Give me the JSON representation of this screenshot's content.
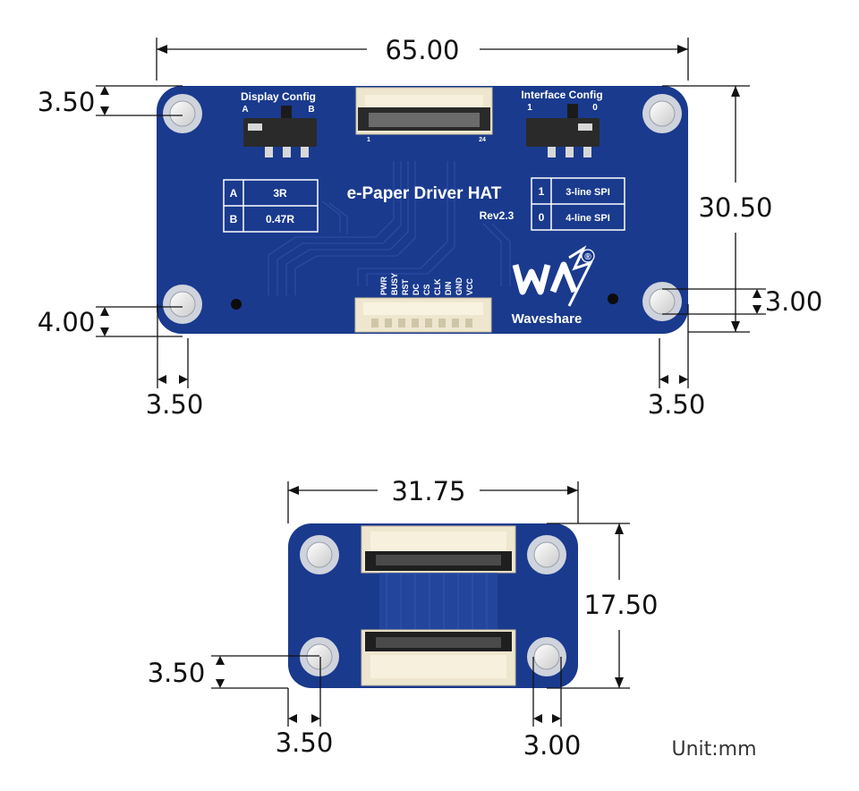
{
  "dimensions": {
    "main_width": "65.00",
    "main_height": "30.50",
    "main_top_hole_offset": "3.50",
    "main_bottom_hole_offset": "4.00",
    "main_left_hole_offset": "3.50",
    "main_right_hole_offset": "3.50",
    "main_hole_diameter": "3.00",
    "adapter_width": "31.75",
    "adapter_height": "17.50",
    "adapter_bottom_hole_offset": "3.50",
    "adapter_left_hole_offset": "3.50",
    "adapter_hole_diameter": "3.00"
  },
  "unit_label": "Unit:mm",
  "board": {
    "display_config_title": "Display Config",
    "display_switch_a": "A",
    "display_switch_b": "B",
    "interface_config_title": "Interface Config",
    "interface_switch_1": "1",
    "interface_switch_0": "0",
    "fpc_pin_first": "1",
    "fpc_pin_last": "24",
    "title": "e-Paper Driver HAT",
    "revision": "Rev2.3",
    "display_table": [
      {
        "key": "A",
        "value": "3R"
      },
      {
        "key": "B",
        "value": "0.47R"
      }
    ],
    "interface_table": [
      {
        "key": "1",
        "value": "3-line SPI"
      },
      {
        "key": "0",
        "value": "4-line SPI"
      }
    ],
    "pins": [
      "PWR",
      "BUSY",
      "RST",
      "DC",
      "CS",
      "CLK",
      "DIN",
      "GND",
      "VCC"
    ],
    "logo_text": "Waveshare",
    "registered_mark": "®",
    "colors": {
      "pcb": "#1a3a8e",
      "pcb_light": "#2c4fa8",
      "connector": "#efe6cf"
    }
  }
}
